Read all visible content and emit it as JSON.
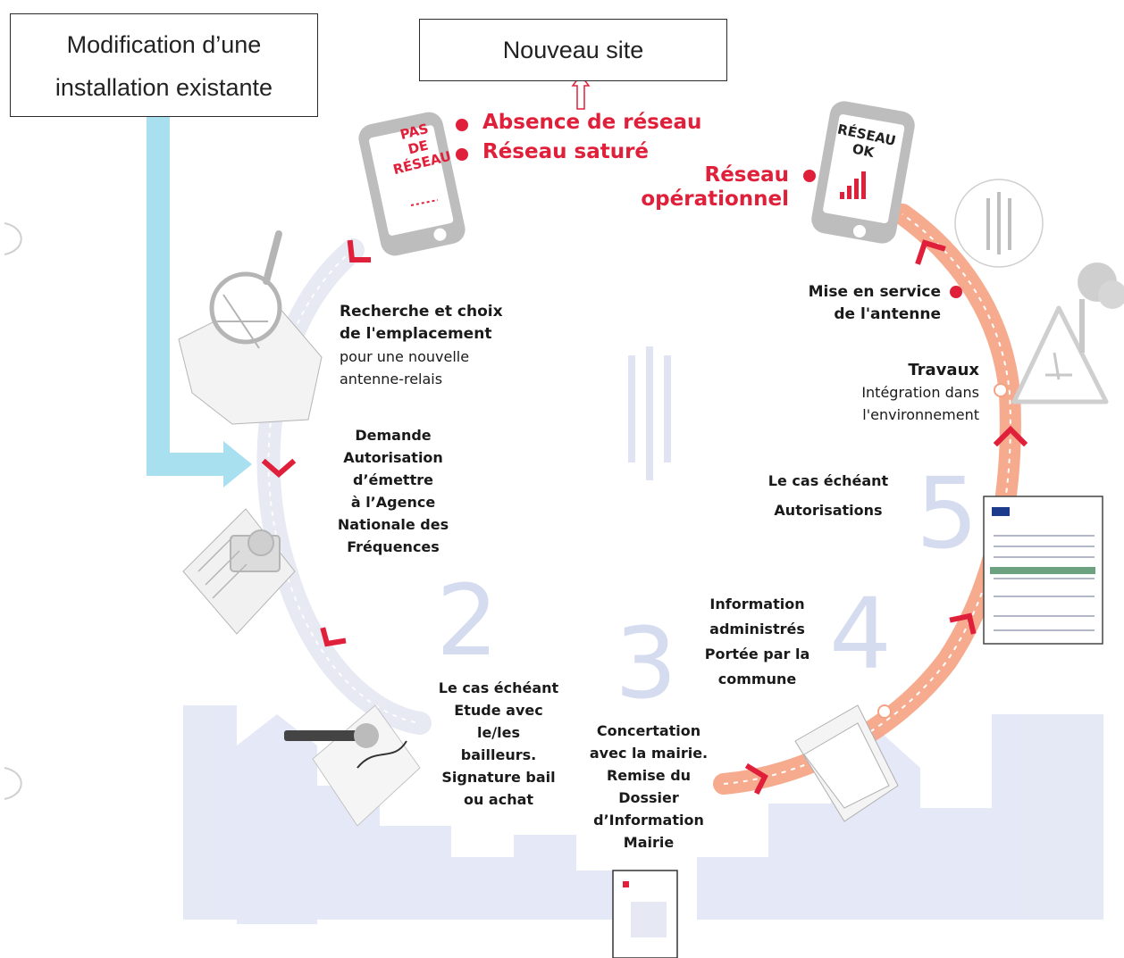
{
  "boxes": {
    "modification": [
      "Modification d’une",
      "installation existante"
    ],
    "nouveau_site": "Nouveau site"
  },
  "phone_no_network": [
    "PAS",
    "DE",
    "RÉSEAU"
  ],
  "phone_ok": [
    "RÉSEAU",
    "OK"
  ],
  "alerts": {
    "absence": "Absence de réseau",
    "sature": "Réseau saturé"
  },
  "operational": [
    "Réseau",
    "opérationnel"
  ],
  "steps": {
    "recherche": {
      "title": [
        "Recherche et choix",
        "de l'emplacement"
      ],
      "text": [
        "pour une nouvelle",
        "antenne-relais"
      ]
    },
    "anf": [
      "Demande",
      "Autorisation",
      "d’émettre",
      "à l’Agence",
      "Nationale des",
      "Fréquences"
    ],
    "bailleurs": [
      "Le cas échéant",
      "Etude avec",
      "le/les",
      "bailleurs.",
      "Signature bail",
      "ou achat"
    ],
    "mairie": [
      "Concertation",
      "avec la mairie.",
      "Remise du",
      "Dossier",
      "d’Information",
      "Mairie"
    ],
    "information": [
      "Information",
      "administrés",
      "Portée par la",
      "commune"
    ],
    "autorisations": [
      "Le cas échéant",
      "Autorisations"
    ],
    "travaux": {
      "title": "Travaux",
      "text": [
        "Intégration dans",
        "l'environnement"
      ]
    },
    "mise_en_service": [
      "Mise en service",
      "de l'antenne"
    ]
  },
  "step_numbers": [
    "2",
    "3",
    "4",
    "5"
  ],
  "colors": {
    "accent_red": "#e0203a",
    "light_blue": "#a9e0ef",
    "orange_arc": "#f39a78",
    "pale_arc": "#e7e9f3",
    "skyline": "#dfe3f4",
    "number_color": "#d6dcef"
  }
}
